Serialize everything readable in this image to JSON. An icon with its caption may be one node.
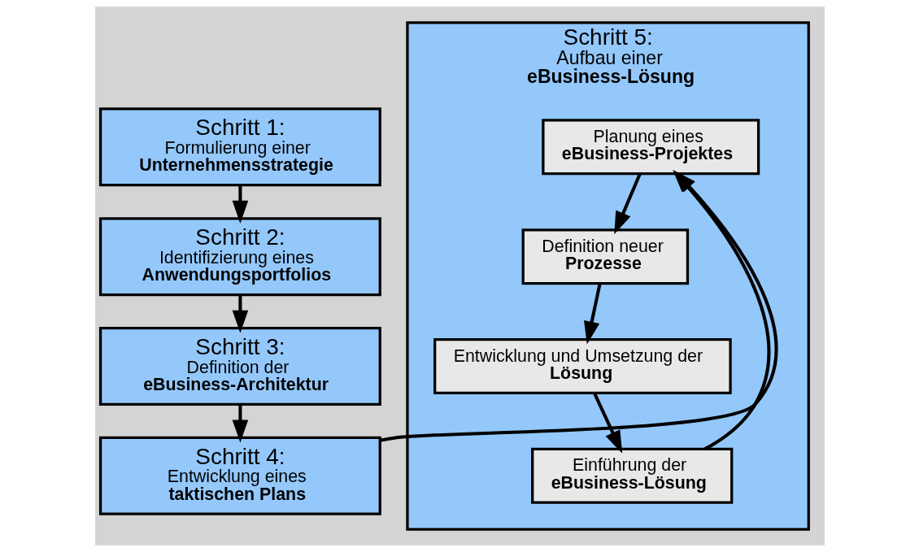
{
  "diagram": {
    "nodes": [
      {
        "text": [
          "Schritt 1:",
          "Formulierung einer **Unternehmensstrategie**"
        ]
      },
      {
        "text": [
          "Schritt 2:",
          "Identifizierung eines **Anwendungsportfolios**"
        ]
      },
      {
        "text": [
          "Schritt 3:",
          "Definition der **eBusiness-Architektur**"
        ]
      },
      {
        "text": [
          "Schritt 4:",
          "Entwicklung eines **taktischen Plans**"
        ]
      },
      {
        "text": [
          "Schritt 5:",
          "Aufbau einer **eBusiness-Lösung**"
        ]
      },
      {
        "text": [
          "Planung eines **eBusiness-Projektes**"
        ],
        "in": 4
      },
      {
        "text": [
          "Definition neuer **Prozesse**"
        ],
        "in": 4
      },
      {
        "text": [
          "Entwicklung und Umsetzung der **Lösung**"
        ],
        "in": 4
      },
      {
        "text": [
          "Einführung der **eBusiness-Lösung**"
        ],
        "in": 4
      }
    ],
    "edges": [
      {
        "from": 0,
        "to": 1,
        "arrow": "to"
      },
      {
        "from": 1,
        "to": 2,
        "arrow": "to"
      },
      {
        "from": 2,
        "to": 3,
        "arrow": "to"
      },
      {
        "from": 3,
        "to": 5,
        "arrow": "to"
      },
      {
        "from": 5,
        "to": 6,
        "arrow": "to"
      },
      {
        "from": 6,
        "to": 7,
        "arrow": "to"
      },
      {
        "from": 7,
        "to": 8,
        "arrow": "to"
      },
      {
        "from": 8,
        "to": 5,
        "arrow": "to"
      }
    ]
  }
}
